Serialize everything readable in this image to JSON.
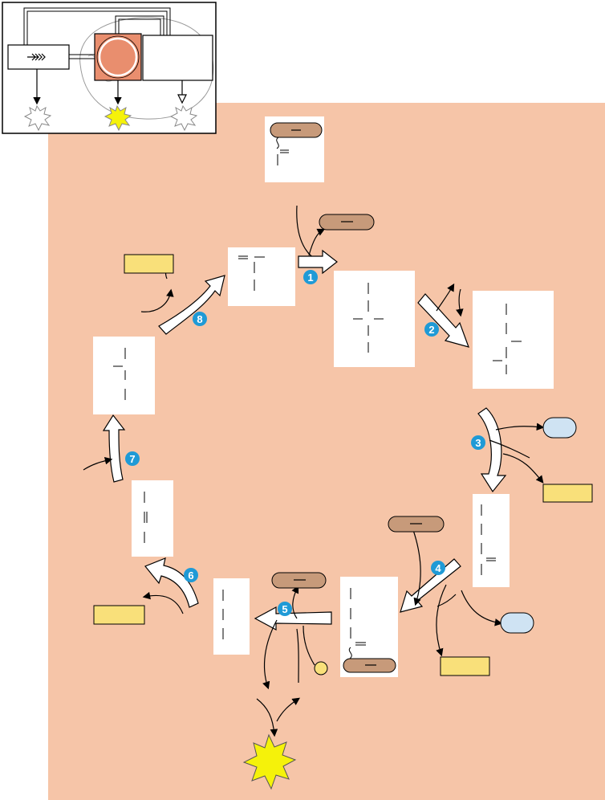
{
  "diagram": {
    "title": "",
    "colors": {
      "background_panel": "#f6c5a8",
      "step_badge": "#1f9ad6",
      "nad_box": "#f9e07a",
      "gtp_oval": "#cfe3f3",
      "coa_capsule": "#c79a7a",
      "atp_burst": "#f5f20a",
      "circle_fill": "#e98e6e",
      "inset_highlight": "#e98e6e"
    },
    "steps": [
      {
        "number": "1",
        "icon": "step-badge"
      },
      {
        "number": "2",
        "icon": "step-badge"
      },
      {
        "number": "3",
        "icon": "step-badge"
      },
      {
        "number": "4",
        "icon": "step-badge"
      },
      {
        "number": "5",
        "icon": "step-badge"
      },
      {
        "number": "6",
        "icon": "step-badge"
      },
      {
        "number": "7",
        "icon": "step-badge"
      },
      {
        "number": "8",
        "icon": "step-badge"
      }
    ],
    "inset": {
      "icons": [
        "glycolysis-arrow-icon",
        "mitochondrion-outline-icon",
        "cycle-circle-icon",
        "energy-burst-icon"
      ]
    }
  }
}
